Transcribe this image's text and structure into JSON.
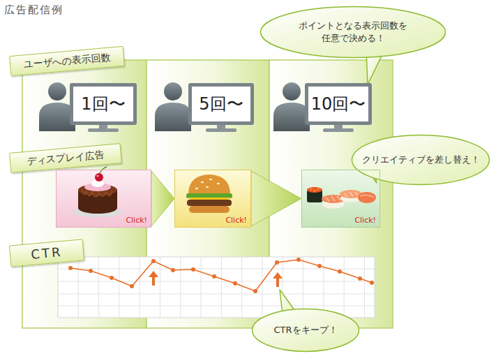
{
  "diagram": {
    "title": "広告配信例",
    "nodes": [
      {
        "text": [
          "ポイントとなる表示回数を 任意で決める！"
        ]
      },
      {
        "text": [
          "ユーザへの表示回数"
        ]
      },
      {
        "text": [
          "1回〜"
        ]
      },
      {
        "text": [
          "5回〜"
        ]
      },
      {
        "text": [
          "10回〜"
        ]
      },
      {
        "text": [
          "ディスプレイ広告"
        ]
      },
      {
        "text": [
          "クリエイティブを差し替え！"
        ]
      },
      {
        "text": [
          "Click!"
        ]
      },
      {
        "text": [
          "Click!"
        ]
      },
      {
        "text": [
          "Click!"
        ]
      },
      {
        "text": [
          "CTR"
        ]
      },
      {
        "text": [
          "CTRをキープ！"
        ]
      }
    ],
    "edges": [
      {
        "from": 7,
        "to": 8,
        "arrow": "to"
      },
      {
        "from": 8,
        "to": 9,
        "arrow": "to"
      }
    ]
  }
}
